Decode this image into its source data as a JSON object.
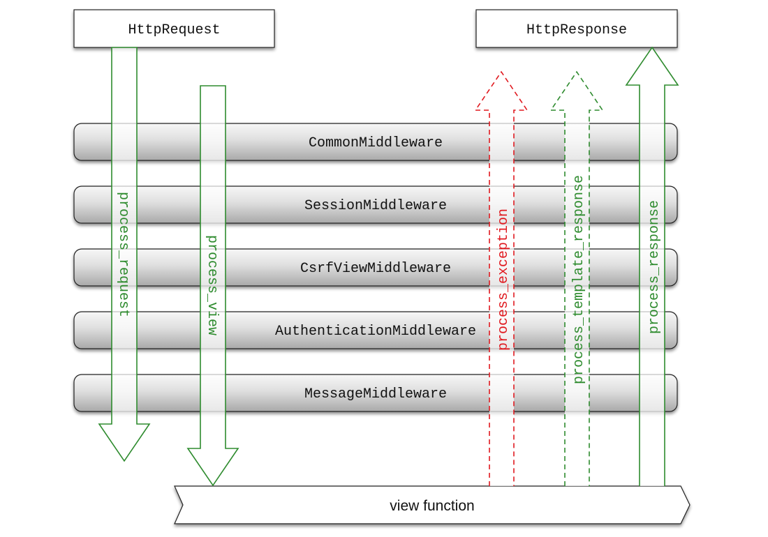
{
  "request_box": {
    "label": "HttpRequest"
  },
  "response_box": {
    "label": "HttpResponse"
  },
  "middlewares": [
    {
      "label": "CommonMiddleware"
    },
    {
      "label": "SessionMiddleware"
    },
    {
      "label": "CsrfViewMiddleware"
    },
    {
      "label": "AuthenticationMiddleware"
    },
    {
      "label": "MessageMiddleware"
    }
  ],
  "arrows": {
    "process_request": {
      "label": "process_request",
      "color": "#2e8b2e",
      "style": "solid",
      "direction": "down"
    },
    "process_view": {
      "label": "process_view",
      "color": "#2e8b2e",
      "style": "solid",
      "direction": "down"
    },
    "process_exception": {
      "label": "process_exception",
      "color": "#e0191f",
      "style": "dashed",
      "direction": "up"
    },
    "process_template_response": {
      "label": "process_template_response",
      "color": "#2e8b2e",
      "style": "dashed",
      "direction": "up"
    },
    "process_response": {
      "label": "process_response",
      "color": "#2e8b2e",
      "style": "solid",
      "direction": "up"
    }
  },
  "view_function": {
    "label": "view function"
  }
}
